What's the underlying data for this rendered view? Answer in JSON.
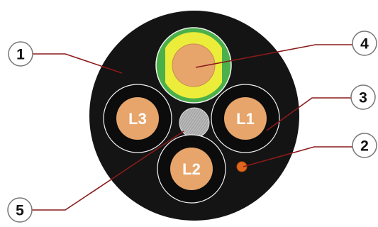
{
  "cores": [
    {
      "key": "l1",
      "label": "L1"
    },
    {
      "key": "l2",
      "label": "L2"
    },
    {
      "key": "l3",
      "label": "L3"
    }
  ],
  "callouts": [
    "1",
    "2",
    "3",
    "4",
    "5"
  ],
  "colors": {
    "sheath": "#141414",
    "conductor": "#e7a56b",
    "earth_yellow": "#ecec3a",
    "earth_green": "#4cb04a",
    "insulation_border": "#f2f2f2",
    "filler": "#9c9c9c",
    "ripcord": "#e2671c",
    "leader_line": "#8a1a1a",
    "callout_border": "#777777"
  }
}
